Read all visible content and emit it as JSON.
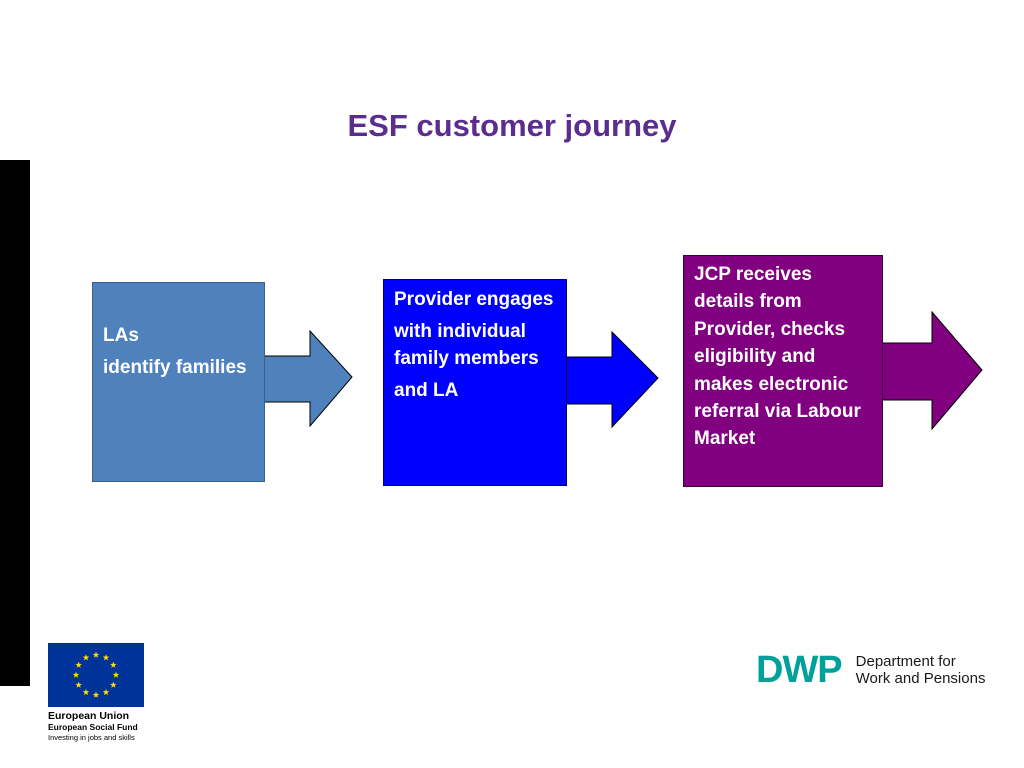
{
  "slide": {
    "title": "ESF customer journey"
  },
  "steps": [
    {
      "lines": [
        "LAs",
        "identify families"
      ],
      "color": "#4f81bd"
    },
    {
      "lines": [
        "Provider engages",
        "with individual family members",
        "and LA"
      ],
      "color": "#0000ff"
    },
    {
      "lines": [
        "JCP receives details from Provider, checks eligibility and makes electronic referral via Labour Market"
      ],
      "color": "#800080"
    }
  ],
  "footer": {
    "eu_logo": {
      "line1": "European Union",
      "line2": "European Social Fund",
      "line3": "Investing in jobs and skills",
      "flag_color": "#003399",
      "star_color": "#ffdd00"
    },
    "dwp_logo": {
      "mark": "DWP",
      "name_line1": "Department for",
      "name_line2": "Work and Pensions",
      "color": "#00a19a"
    }
  }
}
